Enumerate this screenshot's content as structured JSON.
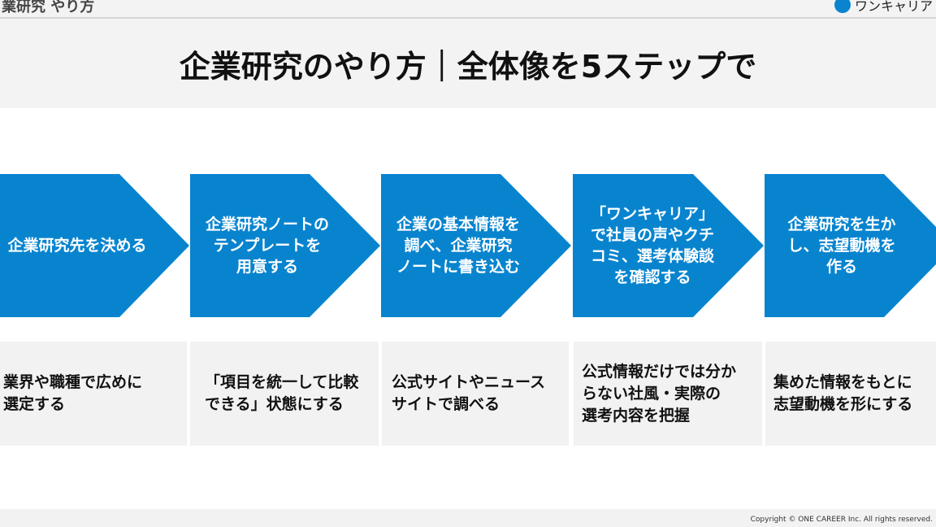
{
  "header": {
    "breadcrumb": "業研究 やり方",
    "logo_text": "ワンキャリア",
    "title": "企業研究のやり方｜全体像を5ステップで"
  },
  "colors": {
    "accent": "#0884cf",
    "panel": "#f2f2f2"
  },
  "steps": [
    {
      "label": "企業研究先を決める",
      "desc": "業界や職種で広めに\n選定する"
    },
    {
      "label": "企業研究ノートの\nテンプレートを\n用意する",
      "desc": "「項目を統一して比較\nできる」状態にする"
    },
    {
      "label": "企業の基本情報を\n調べ、企業研究\nノートに書き込む",
      "desc": "公式サイトやニュース\nサイトで調べる"
    },
    {
      "label": "「ワンキャリア」\nで社員の声やクチ\nコミ、選考体験談\nを確認する",
      "desc": "公式情報だけでは分か\nらない社風・実際の\n選考内容を把握"
    },
    {
      "label": "企業研究を生か\nし、志望動機を\n作る",
      "desc": "集めた情報をもとに\n志望動機を形にする"
    }
  ],
  "footer": {
    "copyright": "Copyright © ONE CAREER Inc. All rights reserved."
  }
}
